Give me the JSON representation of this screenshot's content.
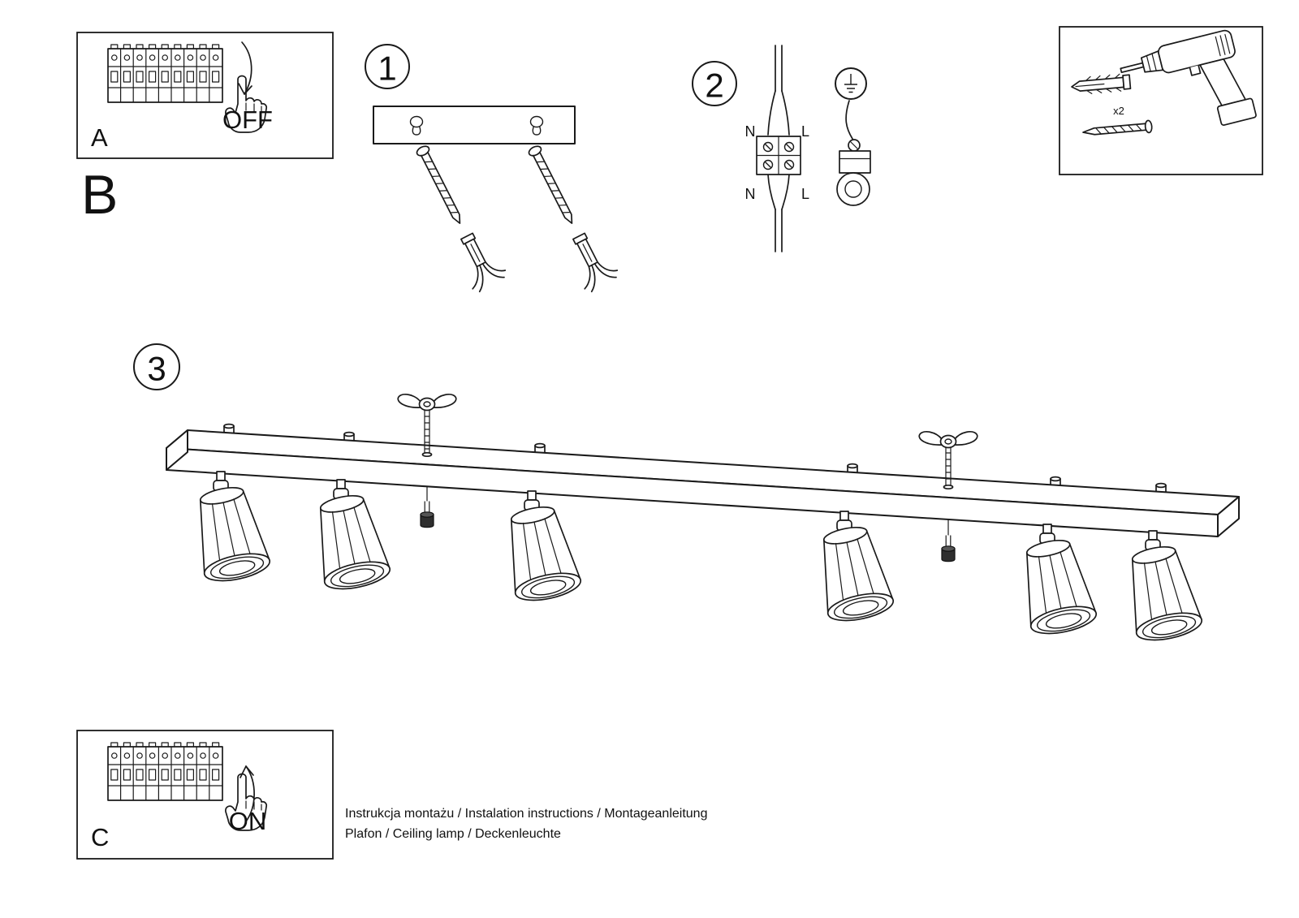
{
  "sections": {
    "a": {
      "label": "A",
      "state": "OFF"
    },
    "b": {
      "label": "B"
    },
    "c": {
      "label": "C",
      "state": "ON"
    },
    "step1": "1",
    "step2": "2",
    "step3": "3"
  },
  "wiring": {
    "top_left": "N",
    "top_right": "L",
    "bottom_left": "N",
    "bottom_right": "L"
  },
  "hardware": {
    "plug_count": "x2"
  },
  "footer": {
    "line1": "Instrukcja montażu / Instalation instructions / Montageanleitung",
    "line2": "Plafon / Ceiling lamp / Deckenleuchte"
  },
  "colors": {
    "line": "#1a1a1a",
    "background": "#ffffff"
  }
}
